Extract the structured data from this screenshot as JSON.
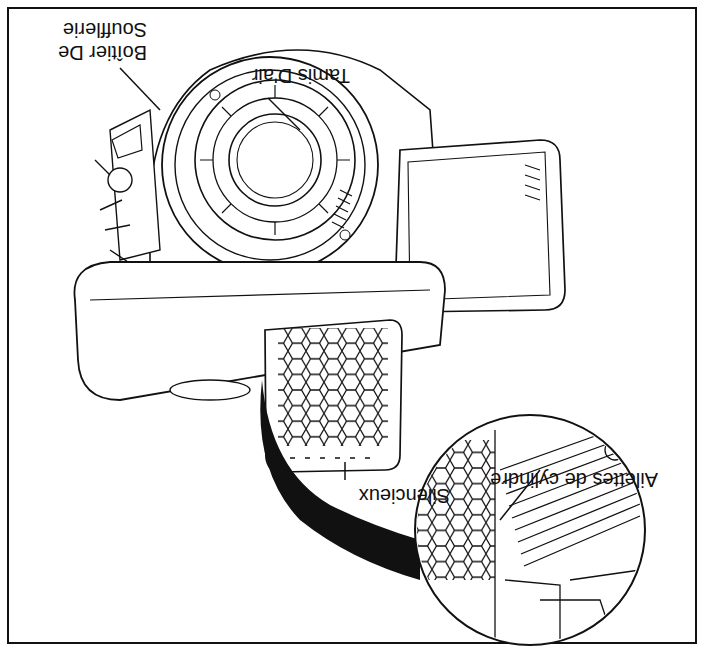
{
  "diagram": {
    "labels": [
      "Tamis D'air",
      "Boîtier De Soufflerie",
      "Ailettes de cylindre",
      "Silencieux"
    ]
  }
}
